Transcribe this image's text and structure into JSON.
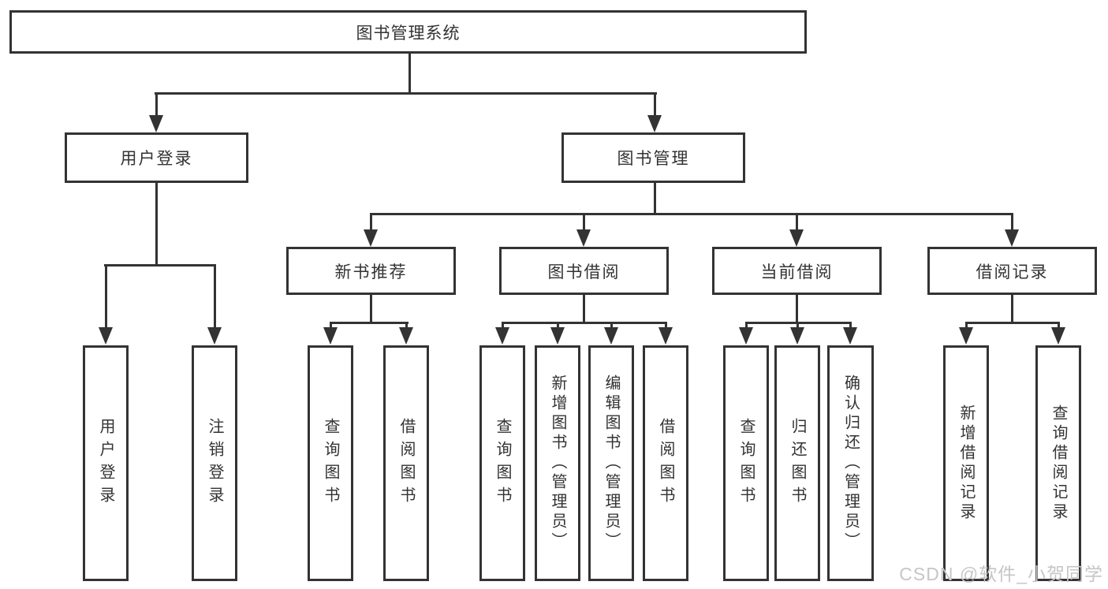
{
  "colors": {
    "line": "#333333",
    "text": "#333333",
    "box_background": "#ffffff",
    "watermark": "#c6c6c6"
  },
  "tree": {
    "root": {
      "label": "图书管理系统"
    },
    "branches": [
      {
        "label": "用户登录",
        "children": [
          {
            "label": "用户登录"
          },
          {
            "label": "注销登录"
          }
        ]
      },
      {
        "label": "图书管理",
        "children": [
          {
            "label": "新书推荐",
            "children": [
              {
                "label": "查询图书"
              },
              {
                "label": "借阅图书"
              }
            ]
          },
          {
            "label": "图书借阅",
            "children": [
              {
                "label": "查询图书"
              },
              {
                "label": "新增图书（管理员）"
              },
              {
                "label": "编辑图书（管理员）"
              },
              {
                "label": "借阅图书"
              }
            ]
          },
          {
            "label": "当前借阅",
            "children": [
              {
                "label": "查询图书"
              },
              {
                "label": "归还图书"
              },
              {
                "label": "确认归还（管理员）"
              }
            ]
          },
          {
            "label": "借阅记录",
            "children": [
              {
                "label": "新增借阅记录"
              },
              {
                "label": "查询借阅记录"
              }
            ]
          }
        ]
      }
    ]
  },
  "watermark": {
    "text": "CSDN @软件_小贺同学"
  }
}
